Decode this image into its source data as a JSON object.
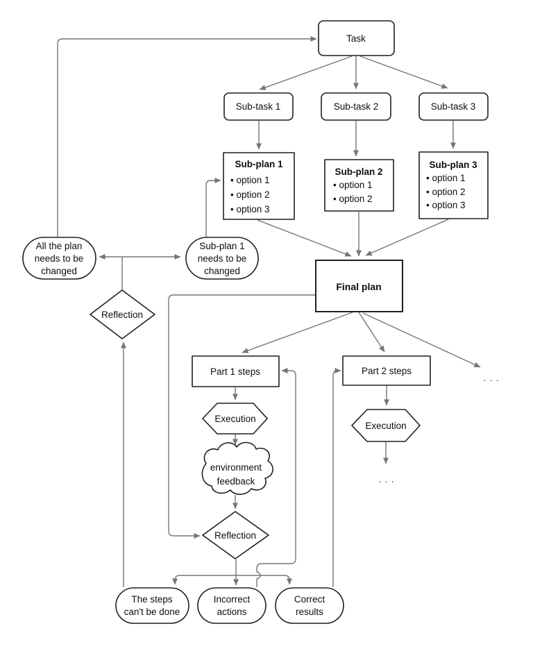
{
  "diagram": {
    "colors": {
      "shape_border": "#1f1f1f",
      "edge": "#757575",
      "fill": "#ffffff",
      "text": "#0d0d0d"
    },
    "nodes": {
      "task": {
        "label": "Task"
      },
      "subtask1": {
        "label": "Sub-task 1"
      },
      "subtask2": {
        "label": "Sub-task 2"
      },
      "subtask3": {
        "label": "Sub-task 3"
      },
      "subplan1": {
        "title": "Sub-plan 1",
        "options": [
          "• option 1",
          "• option 2",
          "• option 3"
        ]
      },
      "subplan2": {
        "title": "Sub-plan 2",
        "options": [
          "• option 1",
          "• option 2"
        ]
      },
      "subplan3": {
        "title": "Sub-plan 3",
        "options": [
          "• option 1",
          "• option 2",
          "• option 3"
        ]
      },
      "final_plan": {
        "label": "Final plan"
      },
      "part1_steps": {
        "label": "Part 1 steps"
      },
      "part2_steps": {
        "label": "Part 2 steps"
      },
      "execution1": {
        "label": "Execution"
      },
      "execution2": {
        "label": "Execution"
      },
      "env_feedback": {
        "lines": [
          "environment",
          "feedback"
        ]
      },
      "reflection1": {
        "label": "Reflection"
      },
      "reflection2": {
        "label": "Reflection"
      },
      "all_plan_changed": {
        "lines": [
          "All the plan",
          "needs to be",
          "changed"
        ]
      },
      "subplan1_changed": {
        "lines": [
          "Sub-plan 1",
          "needs to be",
          "changed"
        ]
      },
      "steps_cant_be_done": {
        "lines": [
          "The steps",
          "can't be done"
        ]
      },
      "incorrect_actions": {
        "lines": [
          "Incorrect",
          "actions"
        ]
      },
      "correct_results": {
        "lines": [
          "Correct",
          "results"
        ]
      },
      "ellipsis_right": ". . .",
      "ellipsis_bottom": ". . ."
    }
  }
}
